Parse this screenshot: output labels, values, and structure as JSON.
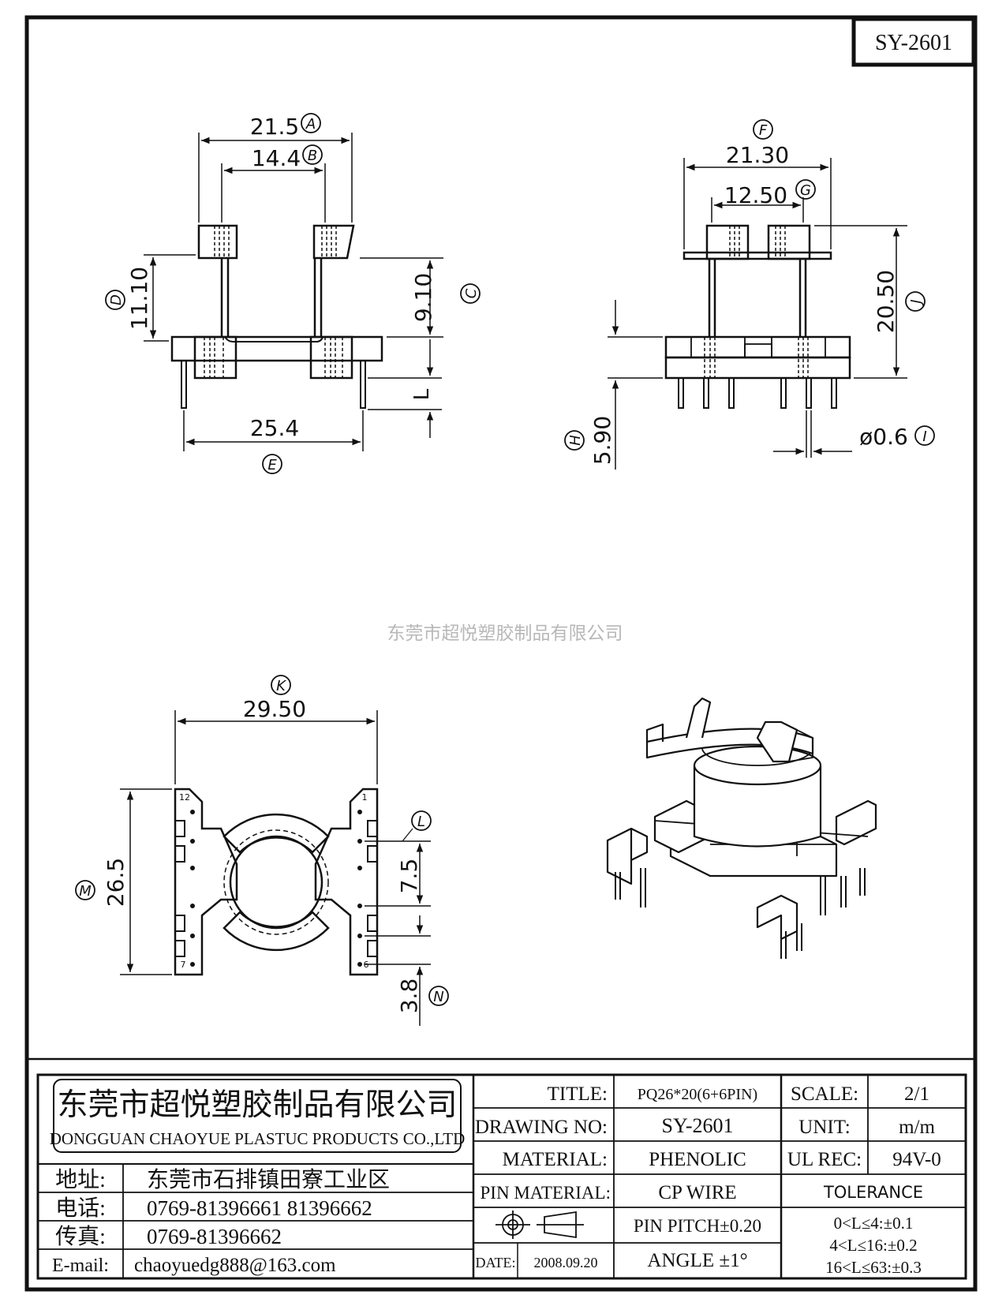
{
  "drawing_number_box": "SY-2601",
  "views": {
    "front": {
      "dim_a": "21.5",
      "lbl_a": "A",
      "dim_b": "14.4",
      "lbl_b": "B",
      "dim_c": "9.10",
      "lbl_c": "C",
      "dim_d": "11.10",
      "lbl_d": "D",
      "dim_e": "25.4",
      "lbl_e": "E",
      "dim_l": "L"
    },
    "side": {
      "dim_f": "21.30",
      "lbl_f": "F",
      "dim_g": "12.50",
      "lbl_g": "G",
      "dim_j": "20.50",
      "lbl_j": "J",
      "dim_h": "5.90",
      "lbl_h": "H",
      "dim_i": "ø0.6",
      "lbl_i": "I"
    },
    "bottom": {
      "dim_k": "29.50",
      "lbl_k": "K",
      "dim_m": "26.5",
      "lbl_m": "M",
      "dim_l": "7.5",
      "lbl_l": "L",
      "dim_n": "3.8",
      "lbl_n": "N",
      "pin_1": "1",
      "pin_6": "6",
      "pin_7": "7",
      "pin_12": "12"
    }
  },
  "watermark": "东莞市超悦塑胶制品有限公司",
  "title_block": {
    "company_cn": "东莞市超悦塑胶制品有限公司",
    "company_en": "DONGGUAN CHAOYUE PLASTUC PRODUCTS CO.,LTD",
    "address_label": "地址:",
    "address": "东莞市石排镇田寮工业区",
    "phone_label": "电话:",
    "phone": "0769-81396661   81396662",
    "fax_label": "传真:",
    "fax": "0769-81396662",
    "email_label": "E-mail:",
    "email": "chaoyuedg888@163.com",
    "title_label": "TITLE:",
    "title_value": "PQ26*20(6+6PIN)",
    "drawing_no_label": "DRAWING NO:",
    "drawing_no_value": "SY-2601",
    "material_label": "MATERIAL:",
    "material_value": "PHENOLIC",
    "pin_material_label": "PIN MATERIAL:",
    "pin_material_value": "CP WIRE",
    "pin_pitch": "PIN PITCH±0.20",
    "date_label": "DATE:",
    "date_value": "2008.09.20",
    "angle": "ANGLE  ±1°",
    "scale_label": "SCALE:",
    "scale_value": "2/1",
    "unit_label": "UNIT:",
    "unit_value": "m/m",
    "ul_label": "UL REC:",
    "ul_value": "94V-0",
    "tolerance_label": "TOLERANCE",
    "tol_1": "0<L≤4:±0.1",
    "tol_2": "4<L≤16:±0.2",
    "tol_3": "16<L≤63:±0.3"
  }
}
